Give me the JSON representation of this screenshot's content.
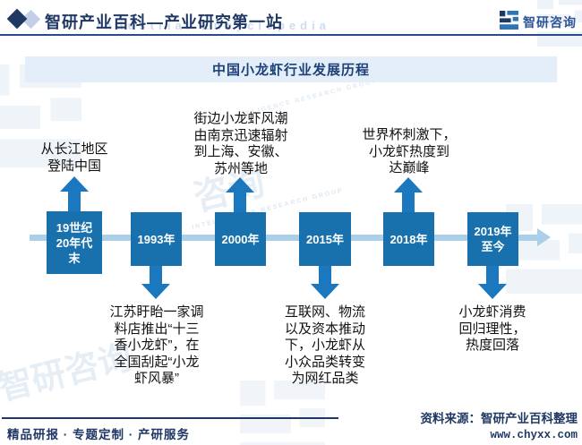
{
  "header": {
    "title": "智研产业百科—产业研究第一站",
    "brand": "智研咨询",
    "watermark_en": "Industrial Encyclopedia"
  },
  "diagram": {
    "title": "中国小龙虾行业发展历程",
    "milestones": [
      {
        "period": "19世纪\n20年代\n末",
        "direction": "up",
        "note": "从长江地区\n登陆中国"
      },
      {
        "period": "1993年",
        "direction": "down",
        "note": "江苏盱眙一家调\n料店推出“十三\n香小龙虾”，在\n全国刮起“小龙\n虾风暴”"
      },
      {
        "period": "2000年",
        "direction": "up",
        "note": "街边小龙虾风潮\n由南京迅速辐射\n到上海、安徽、\n苏州等地"
      },
      {
        "period": "2015年",
        "direction": "down",
        "note": "互联网、物流\n以及资本推动\n下，小龙虾从\n小众品类转变\n为网红品类"
      },
      {
        "period": "2018年",
        "direction": "up",
        "note": "世界杯刺激下，\n小龙虾热度到\n达巅峰"
      },
      {
        "period": "2019年\n至今",
        "direction": "down",
        "note": "小龙虾消费\n回归理性，\n热度回落"
      }
    ]
  },
  "watermark": {
    "brand": "智研咨询",
    "brand_short": "咨询",
    "subtitle": "INTELLIGENCE RESEARCH GROUP"
  },
  "footer": {
    "services": "精品研报 · 专题定制 · 产研服务",
    "source": "资料来源：智研产业百科整理",
    "website": "www.chyxx.com"
  },
  "colors": {
    "navy": "#1f3864",
    "box_blue": "#1871ad",
    "arrow_blue": "#1b78bf",
    "line_blue": "#a9cfe9",
    "title_bg": "#e4eef8",
    "brand_blue": "#2e5496"
  }
}
